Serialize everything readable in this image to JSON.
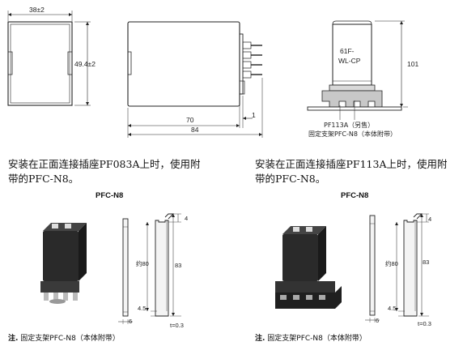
{
  "top": {
    "front_width": "38±2",
    "front_height": "49.4±2",
    "side_depth_inner": "70",
    "side_depth_total": "84",
    "side_pin_offset": "1",
    "socket_label": "61F-\nWL-CP",
    "socket_line1": "61F-",
    "socket_line2": "WL-CP",
    "socket_height": "101",
    "socket_part": "PF113A（另售）",
    "socket_bracket": "固定支架PFC-N8（本体附带）"
  },
  "left_section": {
    "caption_line1": "安装在正面连接插座PF083A上时，使用附",
    "caption_line2": "带的PFC-N8。",
    "subtitle": "PFC-N8",
    "dim_top": "4",
    "dim_approx": "约80",
    "dim_total": "83",
    "dim_bottom": "4.5",
    "dim_width": "6",
    "dim_thickness": "t=0.3",
    "note_prefix": "注.",
    "note_text": "固定支架PFC-N8（本体附带）"
  },
  "right_section": {
    "caption_line1": "安装在正面连接插座PF113A上时，使用附",
    "caption_line2": "带的PFC-N8。",
    "subtitle": "PFC-N8",
    "dim_top": "4",
    "dim_approx": "约80",
    "dim_total": "83",
    "dim_bottom": "4.5",
    "dim_width": "6",
    "dim_thickness": "t=0.3",
    "note_prefix": "注.",
    "note_text": "固定支架PFC-N8（本体附带）"
  }
}
